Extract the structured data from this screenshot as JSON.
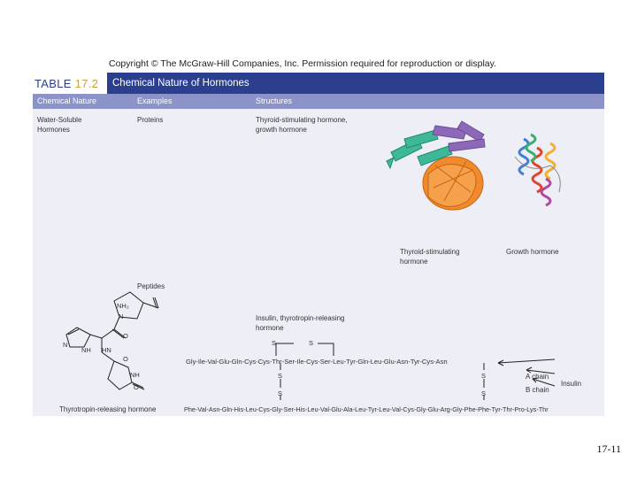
{
  "copyright": "Copyright © The McGraw-Hill Companies, Inc. Permission required for reproduction or display.",
  "table": {
    "label_prefix": "TABLE",
    "label_number": "17.2",
    "title": "Chemical Nature of Hormones",
    "headers": [
      "Chemical Nature",
      "Examples",
      "Structures"
    ],
    "nature_line1": "Water-Soluble",
    "nature_line2": "Hormones",
    "example_proteins": "Proteins",
    "protein_struct_line1": "Thyroid-stimulating hormone,",
    "protein_struct_line2": "growth hormone",
    "tsh_caption_line1": "Thyroid-stimulating",
    "tsh_caption_line2": "hormone",
    "gh_caption": "Growth hormone",
    "example_peptides": "Peptides",
    "peptide_struct_line1": "Insulin, thyrotropin-releasing",
    "peptide_struct_line2": "hormone",
    "trh_caption": "Thyrotropin-releasing hormone",
    "trh_labels": {
      "nh2": "NH₂",
      "n1": "N",
      "o1": "O",
      "n2": "N",
      "nh": "NH",
      "hn": "HN",
      "o2": "O",
      "nh3": "NH",
      "o3": "O"
    },
    "insulin_a_chain_seq": "Gly-Ile-Val-Glu-Gln-Cys-Cys-Thr-Ser-Ile-Cys-Ser-Leu-Tyr-Gln-Leu-Glu-Asn-Tyr-Cys-Asn",
    "insulin_b_chain_seq": "Phe-Val-Asn-Gln-His-Leu-Cys-Gly-Ser-His-Leu-Val-Glu-Ala-Leu-Tyr-Leu-Val-Cys-Gly-Glu-Arg-Gly-Phe-Phe-Tyr-Thr-Pro-Lys-Thr",
    "s_label": "S",
    "a_chain_label": "A chain",
    "b_chain_label": "B chain",
    "insulin_label": "Insulin"
  },
  "page_number": "17-11",
  "colors": {
    "title_bar": "#2b3f8e",
    "header_row": "#8b93c9",
    "table_bg": "#eeeef6",
    "label_number": "#c9a23c"
  }
}
